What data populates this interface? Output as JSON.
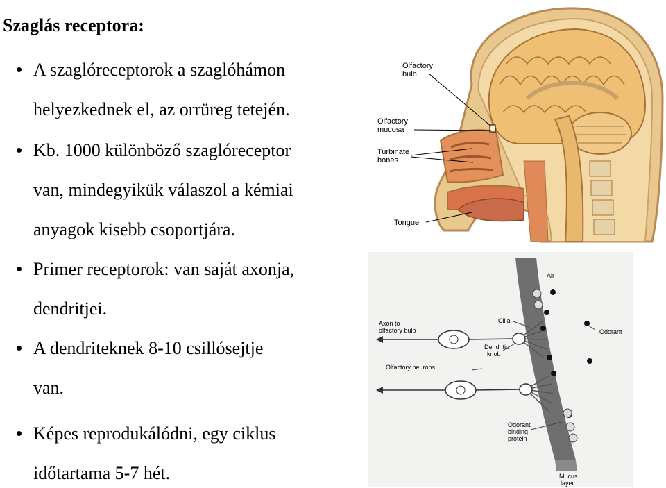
{
  "title": "Szaglás receptora:",
  "bullets": [
    {
      "lines": [
        "A szaglóreceptorok a szaglóhámon",
        "helyezkednek el, az orrüreg tetején."
      ]
    },
    {
      "lines": [
        "Kb. 1000 különböző szaglóreceptor",
        "van, mindegyikük válaszol a kémiai",
        "anyagok kisebb csoportjára."
      ]
    },
    {
      "lines": [
        "Primer receptorok: van saját axonja,",
        "dendritjei."
      ]
    },
    {
      "lines": [
        "A dendriteknek 8-10 csillósejtje",
        "van."
      ]
    },
    {
      "lines": [
        "Képes reprodukálódni, egy ciklus",
        "időtartama 5-7 hét."
      ]
    }
  ],
  "head_figure": {
    "labels": {
      "olfactory_bulb": [
        "Olfactory",
        "bulb"
      ],
      "olfactory_mucosa": [
        "Olfactory",
        "mucosa"
      ],
      "turbinate_bones": [
        "Turbinate",
        "bones"
      ],
      "tongue": "Tongue"
    }
  },
  "epithelium_figure": {
    "labels": {
      "air": "Air",
      "axon": [
        "Axon to",
        "olfactory bulb"
      ],
      "cilia": "Cilia",
      "odorant": "Odorant",
      "dendritic_knob": [
        "Dendritic",
        "knob"
      ],
      "olfactory_neurons": "Olfactory neurons",
      "binding_protein": [
        "Odorant",
        "binding",
        "protein"
      ],
      "mucus_layer": [
        "Mucus",
        "layer"
      ]
    }
  }
}
